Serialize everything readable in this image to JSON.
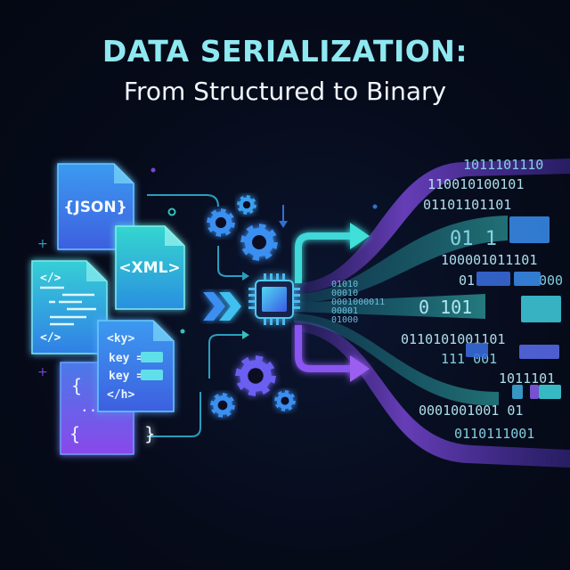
{
  "title": "DATA SERIALIZATION:",
  "subtitle": "From Structured to Binary",
  "documents": {
    "json_label": "{JSON}",
    "xml_label": "<XML>",
    "code_doc": {
      "open_tag": "</>",
      "close_tag": "</>"
    },
    "key_doc": {
      "line1": "<ky>",
      "line2": "key =",
      "line3": "key =",
      "line4": "</h>"
    },
    "brace_doc": {
      "open": "{",
      "dots": "..",
      "close": "{      }"
    }
  },
  "binary_rows": [
    "1011101110",
    "110010100101",
    "01101101101",
    "01 1",
    "100001011101",
    "01",
    "000",
    "0 101",
    "0110101001101",
    "111 001",
    "1011101",
    "0001001001 01",
    "0110111001"
  ],
  "input_stream": [
    "01010",
    "00010",
    "0001000011",
    "00001",
    "01000"
  ],
  "colors": {
    "background": "#060b1a",
    "title": "#8ee8f0",
    "cyan": "#3fe0d8",
    "blue": "#3a7ff0",
    "purple": "#8a4ff0"
  },
  "icons": [
    "file-icon",
    "gear-icon",
    "cpu-chip-icon",
    "arrow-right-icon",
    "chevron-double-right-icon"
  ]
}
